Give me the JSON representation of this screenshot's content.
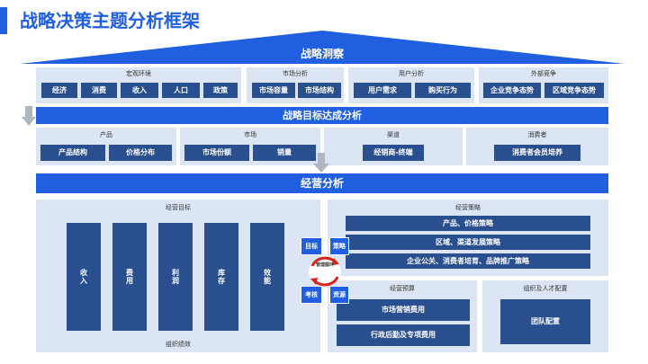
{
  "page_title": "战略决策主题分析框架",
  "insight": {
    "title": "战略洞察",
    "groups": [
      {
        "title": "宏观环境",
        "items": [
          "经济",
          "消费",
          "收入",
          "人口",
          "政策"
        ]
      },
      {
        "title": "市场分析",
        "items": [
          "市场容量",
          "市场结构"
        ]
      },
      {
        "title": "用户分析",
        "items": [
          "用户需求",
          "购买行为"
        ]
      },
      {
        "title": "外部竞争",
        "items": [
          "企业竞争态势",
          "区域竞争态势"
        ]
      }
    ]
  },
  "goal": {
    "title": "战略目标达成分析",
    "groups": [
      {
        "title": "产品",
        "items": [
          "产品结构",
          "价格分布"
        ]
      },
      {
        "title": "市场",
        "items": [
          "市场份额",
          "销量"
        ]
      },
      {
        "title": "渠道",
        "items": [
          "经销商-终端"
        ]
      },
      {
        "title": "消费者",
        "items": [
          "消费者会员培养"
        ]
      }
    ]
  },
  "operation": {
    "title": "经营分析",
    "targets": {
      "title": "经营目标",
      "items": [
        "收入",
        "费用",
        "利润",
        "库存",
        "效能"
      ],
      "footer": "组织绩效"
    },
    "cycle": {
      "center": "管理循环",
      "tags": {
        "target": "目标",
        "strategy": "策略",
        "review": "考核",
        "resource": "资源"
      }
    },
    "strategy": {
      "title": "经营策略",
      "items": [
        "产品、价格策略",
        "区域、渠道发展策略",
        "企业公关、消费者培育、品牌推广策略"
      ]
    },
    "budget": {
      "title": "经营预算",
      "items": [
        "市场营销费用",
        "行政后勤及专项费用"
      ]
    },
    "org": {
      "title": "组织及人才配置",
      "items": [
        "团队配置"
      ]
    }
  },
  "colors": {
    "accent": "#1f5fe0",
    "navy_chip": "#2a4f8f",
    "panel": "#dbe5f3",
    "cycle_red": "#d9221a"
  },
  "icons": {
    "arrow": "down-arrow-icon"
  }
}
